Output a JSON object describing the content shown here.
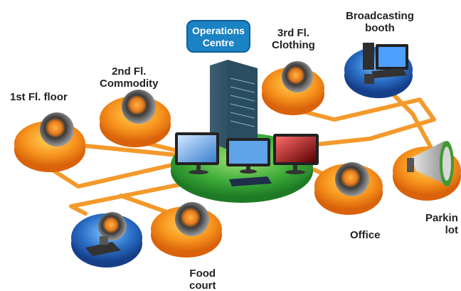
{
  "diagram": {
    "operations_centre": "Operations\nCentre",
    "nodes": {
      "first_floor": "1st Fl. floor",
      "second_floor": "2nd Fl.\nCommodity",
      "third_floor": "3rd Fl.\nClothing",
      "broadcasting_booth": "Broadcasting\nbooth",
      "office": "Office",
      "parking_lot": "Parking\nlot",
      "food_court": "Food\ncourt"
    }
  },
  "colors": {
    "cable": "#f39a2c",
    "speaker_disc": "#f7941d",
    "blue_disc": "#2a6fc6",
    "green_platform": "#3fae3a",
    "ops_box": "#1b82c4"
  },
  "icons": [
    "speaker-icon",
    "server-rack-icon",
    "monitor-icon",
    "keyboard-icon",
    "computer-icon",
    "microphone-icon",
    "megaphone-icon"
  ]
}
